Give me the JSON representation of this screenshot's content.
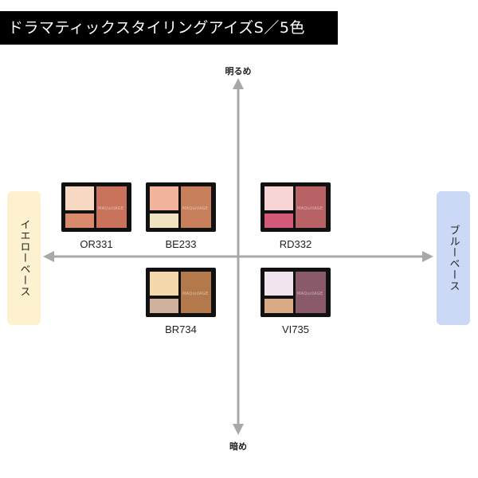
{
  "title": "ドラマティックスタイリングアイズS／5色",
  "axes": {
    "top": "明るめ",
    "bottom": "暗め",
    "left": "イエローベース",
    "right": "ブルーベース"
  },
  "products": [
    {
      "code": "OR331",
      "brand": "MAQuillAGE",
      "colors": {
        "small_a": "#f6d8c3",
        "small_b": "#d98a6a",
        "big": "#c9735c"
      }
    },
    {
      "code": "BE233",
      "brand": "MAQuillAGE",
      "colors": {
        "small_a": "#f2b49c",
        "small_b": "#f1e2c2",
        "big": "#c8805c"
      }
    },
    {
      "code": "RD332",
      "brand": "MAQuillAGE",
      "colors": {
        "small_a": "#f7d5d5",
        "small_b": "#d35b79",
        "big": "#b86265"
      }
    },
    {
      "code": "BR734",
      "brand": "MAQuillAGE",
      "colors": {
        "small_a": "#f4d8ab",
        "small_b": "#cfb19e",
        "big": "#b3794a"
      }
    },
    {
      "code": "VI735",
      "brand": "MAQuillAGE",
      "colors": {
        "small_a": "#f0e5ee",
        "small_b": "#d8aa86",
        "big": "#8a5a6b"
      }
    }
  ],
  "colors": {
    "axis": "#a8a8a8",
    "yellow_base": "#fdf1cf",
    "blue_base": "#cbd9f6"
  }
}
